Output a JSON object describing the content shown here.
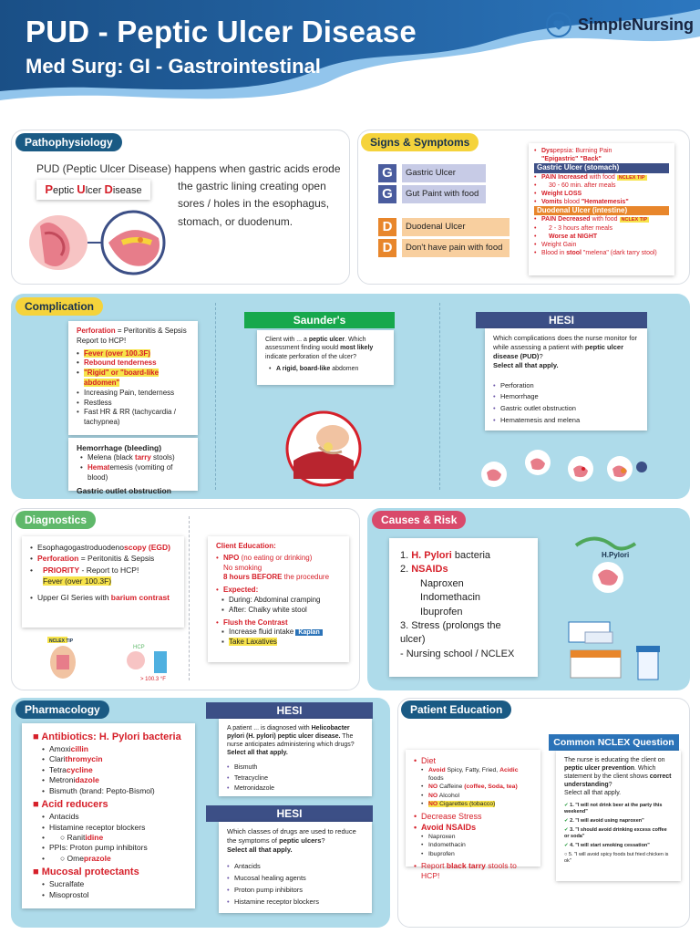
{
  "header": {
    "title": "PUD - Peptic Ulcer Disease",
    "subtitle": "Med Surg: GI - Gastrointestinal",
    "brand": "SimpleNursing",
    "colors": {
      "dark_blue": "#1a4f86",
      "light_blue": "#3f8fd0",
      "accent_red": "#d6202a",
      "yellow": "#f5d33b"
    }
  },
  "patho": {
    "tag": "Pathophysiology",
    "text_line1": "PUD (Peptic Ulcer Disease) happens when gastric acids erode",
    "text_line2": "the gastric lining creating open",
    "text_line3": "sores / holes in the esophagus,",
    "text_line4": "stomach, or duodenum.",
    "label_p": "P",
    "label_p_rest": "eptic ",
    "label_u": "U",
    "label_u_rest": "lcer ",
    "label_d": "D",
    "label_d_rest": "isease",
    "image_icon": "stomach-ulcer-illustration"
  },
  "signs": {
    "tag": "Signs & Symptoms",
    "g1_letter": "G",
    "g1_text": "Gastric Ulcer",
    "g2_letter": "G",
    "g2_text": "Gut Paint with food",
    "d1_letter": "D",
    "d1_text": "Duodenal Ulcer",
    "d2_letter": "D",
    "d2_text": "Don't have pain with food",
    "card": {
      "dys_red": "Dys",
      "dys_rest": "pepsia: Burning Pain",
      "epigastric": "\"Epigastric\" \"Back\"",
      "gastric_hdr": "Gastric Ulcer (stomach)",
      "pain_inc": "PAIN Increased",
      "pain_inc_rest": " with food",
      "nclex_tip": "NCLEX TIP",
      "after_meals1": "30 - 60 min. after meals",
      "weight_loss": "Weight LOSS",
      "vomits": "Vomits",
      "vomits_rest": " blood ",
      "hematemesis": "\"Hematemesis\"",
      "duodenal_hdr": "Duodenal Ulcer (intestine)",
      "pain_dec": "PAIN Decreased",
      "pain_dec_rest": " with food",
      "after_meals2": "2 - 3 hours after meals",
      "worse_night": "Worse at NIGHT",
      "weight_gain": "Weight Gain",
      "blood_in": "Blood in ",
      "stool": "stool",
      "melena": " \"melena\" (dark tarry stool)"
    }
  },
  "complication": {
    "tag": "Complication",
    "perf_title": "Perforation",
    "perf_rest": " = Peritonitis & Sepsis",
    "report": "Report to HCP!",
    "items": [
      "Fever (over 100.3F)",
      "Rebound tenderness",
      "\"Rigid\" or \"board-like abdomen\"",
      "Increasing Pain, tenderness",
      "Restless",
      "Fast HR & RR (tachycardia / tachypnea)"
    ],
    "hem_title": "Hemorrhage (bleeding)",
    "hem_items_a": "Melena (black ",
    "hem_tarry": "tarry",
    "hem_items_a2": " stools)",
    "hemat_red": "Hemat",
    "hemat_rest": "emesis (vomiting of blood)",
    "gastric_outlet": "Gastric outlet obstruction",
    "saunders_title": "Saunder's",
    "saunders_q1": "Client with ... a ",
    "saunders_q_b": "peptic ulcer",
    "saunders_q2": ". Which assessment finding would ",
    "saunders_q_b2": "most likely",
    "saunders_q3": " indicate perforation of the ulcer?",
    "saunders_a_b": "A rigid, board-like",
    "saunders_a": " abdomen",
    "hesi_title": "HESI",
    "hesi_q1": "Which complications does the nurse monitor for while assessing a patient with ",
    "hesi_q_b": "peptic ulcer disease (PUD)",
    "hesi_q2": "?",
    "hesi_select": "Select all that apply.",
    "hesi_items": [
      "Perforation",
      "Hemorrhage",
      "Gastric outlet obstruction",
      "Hematemesis and melena"
    ]
  },
  "diagnostics": {
    "tag": "Diagnostics",
    "egd_a": "Esophagogastroduodeno",
    "egd_b": "scopy (EGD)",
    "perf": "Perforation",
    "perf_rest": " = Peritonitis & Sepsis",
    "priority": "PRIORITY",
    "priority_rest": " - Report to HCP!",
    "fever": "Fever (over 100.3F)",
    "upper_gi": "Upper GI Series with ",
    "barium": "barium contrast",
    "nclex_tip": "NCLEX TIP",
    "hcp": "HCP",
    "temp": "> 100.3 °F",
    "edu_title": "Client Education:",
    "npo": "NPO",
    "npo_rest": " (no eating or drinking)",
    "no_smoking": "No smoking",
    "hours_before": "8 hours BEFORE",
    "hours_rest": " the procedure",
    "expected": "Expected:",
    "during": "During: Abdominal cramping",
    "after": "After: Chalky white stool",
    "flush": "Flush the Contrast",
    "fluid": "Increase fluid intake",
    "kaplan": "Kaplan",
    "laxatives": "Take Laxatives"
  },
  "causes": {
    "tag": "Causes & Risk",
    "h_pylori_num": "1. ",
    "h_pylori": "H. Pylori",
    "h_pylori_rest": " bacteria",
    "nsaids_num": "2. ",
    "nsaids": "NSAIDs",
    "drugs": [
      "Naproxen",
      "Indomethacin",
      "Ibuprofen"
    ],
    "stress": "3. Stress (prolongs the ulcer)",
    "school": "- Nursing school / NCLEX",
    "hpylori_label": "H.Pylori"
  },
  "pharm": {
    "tag": "Pharmacology",
    "abx_title": "Antibiotics: H. Pylori bacteria",
    "abx": [
      {
        "a": "Amoxi",
        "b": "cillin",
        "c": ""
      },
      {
        "a": "Clari",
        "b": "thromycin",
        "c": ""
      },
      {
        "a": "Tetra",
        "b": "cycline",
        "c": ""
      },
      {
        "a": "Metroni",
        "b": "dazole",
        "c": ""
      },
      {
        "a": "Bismuth (brand: Pepto-Bismol)",
        "b": "",
        "c": ""
      }
    ],
    "acid_title": "Acid reducers",
    "antacids": "Antacids",
    "h_blockers": "Histamine receptor blockers",
    "ranit_a": "Ranit",
    "ranit_b": "idine",
    "ppis": "PPIs: Proton pump inhibitors",
    "omep_a": "Ome",
    "omep_b": "prazole",
    "muco_title": "Mucosal protectants",
    "sucralfate": "Sucralfate",
    "misoprostol": "Misoprostol",
    "hesi1_title": "HESI",
    "hesi1_q": "A patient ... is diagnosed with ",
    "hesi1_q_b": "Helicobacter pylori (H. pylori) peptic ulcer disease.",
    "hesi1_q2": " The nurse anticipates administering which drugs?",
    "hesi1_select": "Select all that apply.",
    "hesi1_items": [
      "Bismuth",
      "Tetracycline",
      "Metronidazole"
    ],
    "hesi2_title": "HESI",
    "hesi2_q": "Which classes of drugs are used to reduce the symptoms of ",
    "hesi2_q_b": "peptic ulcers",
    "hesi2_q2": "?",
    "hesi2_select": "Select all that apply.",
    "hesi2_items": [
      "Antacids",
      "Mucosal healing agents",
      "Proton pump inhibitors",
      "Histamine receptor blockers"
    ]
  },
  "education": {
    "tag": "Patient Education",
    "diet": "Diet",
    "avoid": "Avoid",
    "avoid_rest": " Spicy, Fatty, Fried, ",
    "acidic": "Acidic",
    "acidic_rest": " foods",
    "no1": "NO",
    "no1_rest": " Caffeine ",
    "no1_paren": "(coffee, Soda, tea)",
    "no2": "NO",
    "no2_rest": " Alcohol",
    "no3": "NO",
    "no3_rest": " Cigarettes (tobacco)",
    "stress": "Decrease Stress",
    "avoid_nsaids": "Avoid NSAIDs",
    "nsaid_list": [
      "Naproxen",
      "Indomethacin",
      "Ibuprofen"
    ],
    "report": "Report ",
    "black_tarry": "black tarry",
    "report_rest": " stools to HCP!",
    "ncq_title": "Common NCLEX Question",
    "ncq_q1": "The nurse is educating the client on ",
    "ncq_q_b": "peptic ulcer prevention",
    "ncq_q2": ". Which statement by the client shows ",
    "ncq_q_b2": "correct understanding",
    "ncq_q3": "?",
    "ncq_select": "Select all that apply.",
    "answers": [
      {
        "num": "1.",
        "text": "\"I will not drink beer at the party this weekend\"",
        "correct": true
      },
      {
        "num": "2.",
        "text": "\"I will avoid using naproxen\"",
        "correct": true
      },
      {
        "num": "3.",
        "text": "\"I should avoid drinking excess coffee or soda\"",
        "correct": true
      },
      {
        "num": "4.",
        "text": "\"I will start smoking cessation\"",
        "correct": true
      },
      {
        "num": "5.",
        "text": "\"I will avoid spicy foods but fried chicken is ok\"",
        "correct": false
      }
    ]
  }
}
